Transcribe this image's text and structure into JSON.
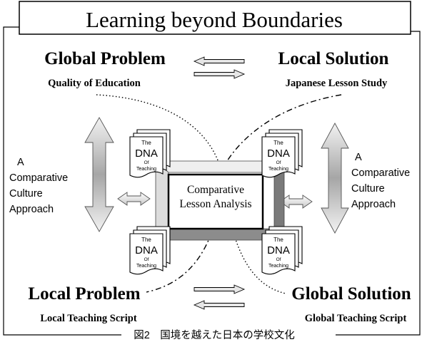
{
  "title": "Learning beyond Boundaries",
  "corners": {
    "top_left": {
      "heading": "Global Problem",
      "sub": "Quality of Education"
    },
    "top_right": {
      "heading": "Local Solution",
      "sub": "Japanese Lesson Study"
    },
    "bottom_left": {
      "heading": "Local Problem",
      "sub": "Local Teaching Script"
    },
    "bottom_right": {
      "heading": "Global Solution",
      "sub": "Global Teaching Script"
    }
  },
  "approach": {
    "left": [
      "A",
      "Comparative",
      "Culture",
      "Approach"
    ],
    "right": [
      "A",
      "Comparative",
      "Culture",
      "Approach"
    ]
  },
  "center_box": {
    "line1": "Comparative",
    "line2": "Lesson Analysis"
  },
  "dna_doc": {
    "top": "The",
    "main": "DNA",
    "of": "Of",
    "bottom": "Teaching"
  },
  "caption": "図2　国境を越えた日本の学校文化",
  "colors": {
    "ink": "#000000",
    "arrow_fill": "#d9d9d9",
    "frame_dark": "#808080",
    "frame_light": "#e0e0e0"
  }
}
